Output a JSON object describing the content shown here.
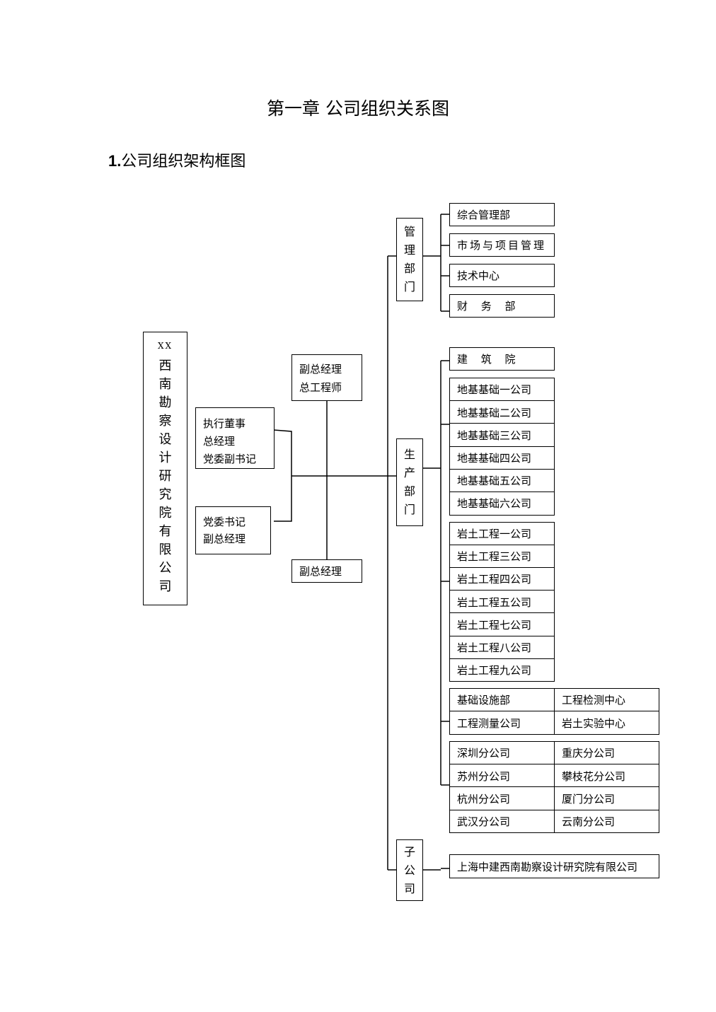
{
  "document": {
    "chapter_title": "第一章  公司组织关系图",
    "section_number": "1.",
    "section_title": "公司组织架构框图"
  },
  "org_chart": {
    "root": {
      "prefix": "XX",
      "name": "西南勘察设计研究院有限公司"
    },
    "leaders": {
      "executive": [
        "执行董事",
        "总经理",
        "党委副书记"
      ],
      "party_secretary": [
        "党委书记",
        "副总经理"
      ],
      "deputy_chief_engineer": [
        "副总经理",
        "总工程师"
      ],
      "deputy_manager": [
        "副总经理"
      ]
    },
    "departments": {
      "management": {
        "label": "管理部门",
        "units": [
          "综合管理部",
          "市场与项目管理",
          "技术中心",
          "财 务 部"
        ]
      },
      "production": {
        "label": "生产部门",
        "architecture": "建 筑 院",
        "foundation": [
          "地基基础一公司",
          "地基基础二公司",
          "地基基础三公司",
          "地基基础四公司",
          "地基基础五公司",
          "地基基础六公司"
        ],
        "geotechnical": [
          "岩土工程一公司",
          "岩土工程三公司",
          "岩土工程四公司",
          "岩土工程五公司",
          "岩土工程七公司",
          "岩土工程八公司",
          "岩土工程九公司"
        ],
        "specialized": [
          [
            "基础设施部",
            "工程检测中心"
          ],
          [
            "工程测量公司",
            "岩土实验中心"
          ]
        ],
        "branches": [
          [
            "深圳分公司",
            "重庆分公司"
          ],
          [
            "苏州分公司",
            "攀枝花分公司"
          ],
          [
            "杭州分公司",
            "厦门分公司"
          ],
          [
            "武汉分公司",
            "云南分公司"
          ]
        ]
      },
      "subsidiary": {
        "label": "子公司",
        "units": [
          "上海中建西南勘察设计研究院有限公司"
        ]
      }
    }
  }
}
